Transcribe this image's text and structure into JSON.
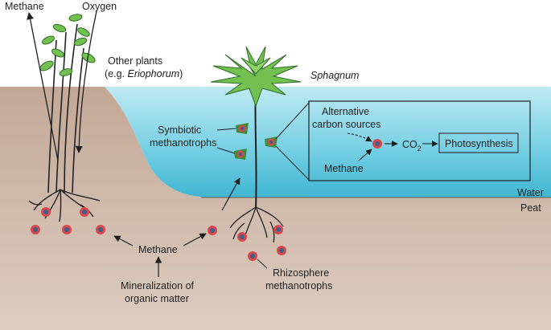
{
  "labels": {
    "methane_top": "Methane",
    "oxygen": "Oxygen",
    "other_plants_line1": "Other plants",
    "other_plants_prefix": "(e.g. ",
    "other_plants_species": "Eriophorum",
    "other_plants_suffix": ")",
    "sphagnum": "Sphagnum",
    "symbiotic_line1": "Symbiotic",
    "symbiotic_line2": "methanotrophs",
    "alt_line1": "Alternative",
    "alt_line2": "carbon sources",
    "co2_main": "CO",
    "co2_sub": "2",
    "photosynthesis": "Photosynthesis",
    "methane_box": "Methane",
    "water": "Water",
    "peat": "Peat",
    "methane_center": "Methane",
    "mineralization_line1": "Mineralization of",
    "mineralization_line2": "organic matter",
    "rhizosphere_line1": "Rhizosphere",
    "rhizosphere_line2": "methanotrophs"
  },
  "colors": {
    "peat": "#c7ad9b",
    "peat_deep": "#d9c6b8",
    "water": "#5cc6dd",
    "water_light": "#bfeaf3",
    "leaf": "#72c04f",
    "leaf_dark": "#2f6e2a",
    "microbe_ring": "#d9464b",
    "microbe_core": "#3e5f8a",
    "text": "#1f1f1f"
  }
}
